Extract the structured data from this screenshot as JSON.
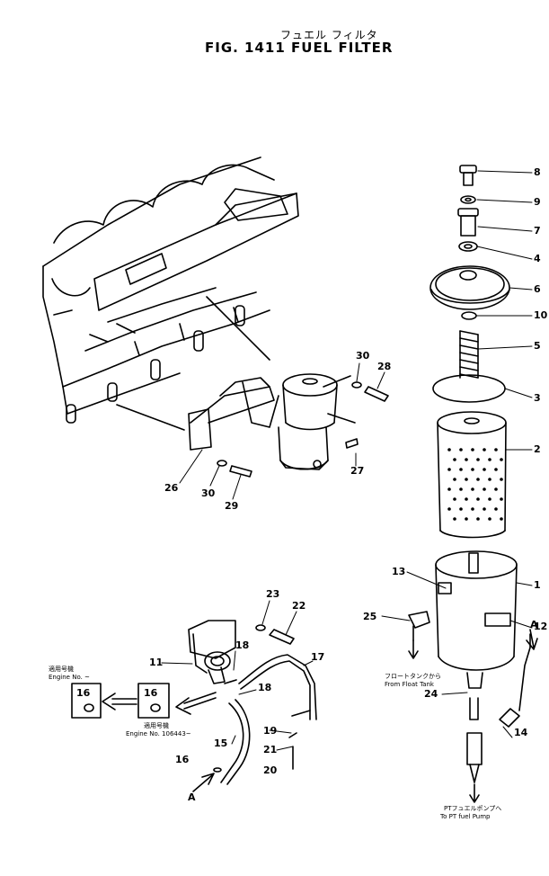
{
  "title": {
    "japanese": "フュエル フィルタ",
    "english": "FIG. 1411   FUEL  FILTER"
  },
  "callouts": {
    "c8": "8",
    "c9": "9",
    "c7": "7",
    "c4": "4",
    "c6": "6",
    "c10": "10",
    "c5": "5",
    "c3": "3",
    "c2": "2",
    "c1": "1",
    "c12": "12",
    "c13": "13",
    "c25": "25",
    "c14": "14",
    "c24": "24",
    "c30a": "30",
    "c28a": "28",
    "c27": "27",
    "c26": "26",
    "c30b": "30",
    "c29": "29",
    "c23": "23",
    "c22": "22",
    "c11": "11",
    "c18a": "18",
    "c18b": "18",
    "c17": "17",
    "c19": "19",
    "c21": "21",
    "c20": "20",
    "c15": "15",
    "c16a": "16",
    "c16b": "16",
    "c16c": "16",
    "ca1": "A",
    "ca2": "A"
  },
  "notes": {
    "from_tank_jp": "フロートタンクから",
    "from_tank_en": "From  Float  Tank",
    "to_pump_jp": "PTフュエルポンプへ",
    "to_pump_en": "To  PT  fuel  Pump",
    "applicable_jp_1": "適用号機",
    "engine_1": "Engine  No.  ~",
    "applicable_jp_2": "適用号機",
    "engine_2": "Engine  No.  106443~"
  }
}
